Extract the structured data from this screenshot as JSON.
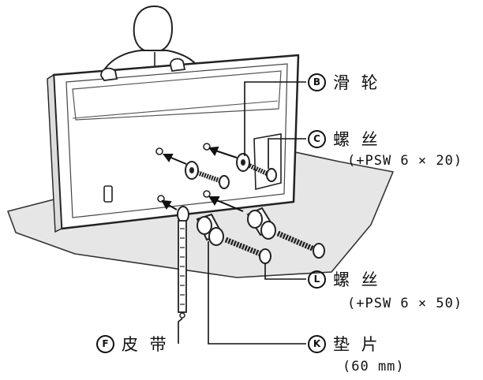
{
  "callouts": {
    "pulley": {
      "letter": "B",
      "label": "滑 轮"
    },
    "screw_short": {
      "letter": "C",
      "label": "螺 丝",
      "spec": "(+PSW 6 × 20)"
    },
    "screw_long": {
      "letter": "L",
      "label": "螺 丝",
      "spec": "(+PSW 6 × 50)"
    },
    "belt": {
      "letter": "F",
      "label": "皮 带"
    },
    "spacer": {
      "letter": "K",
      "label": "垫 片",
      "spec": "(60 mm)"
    }
  }
}
